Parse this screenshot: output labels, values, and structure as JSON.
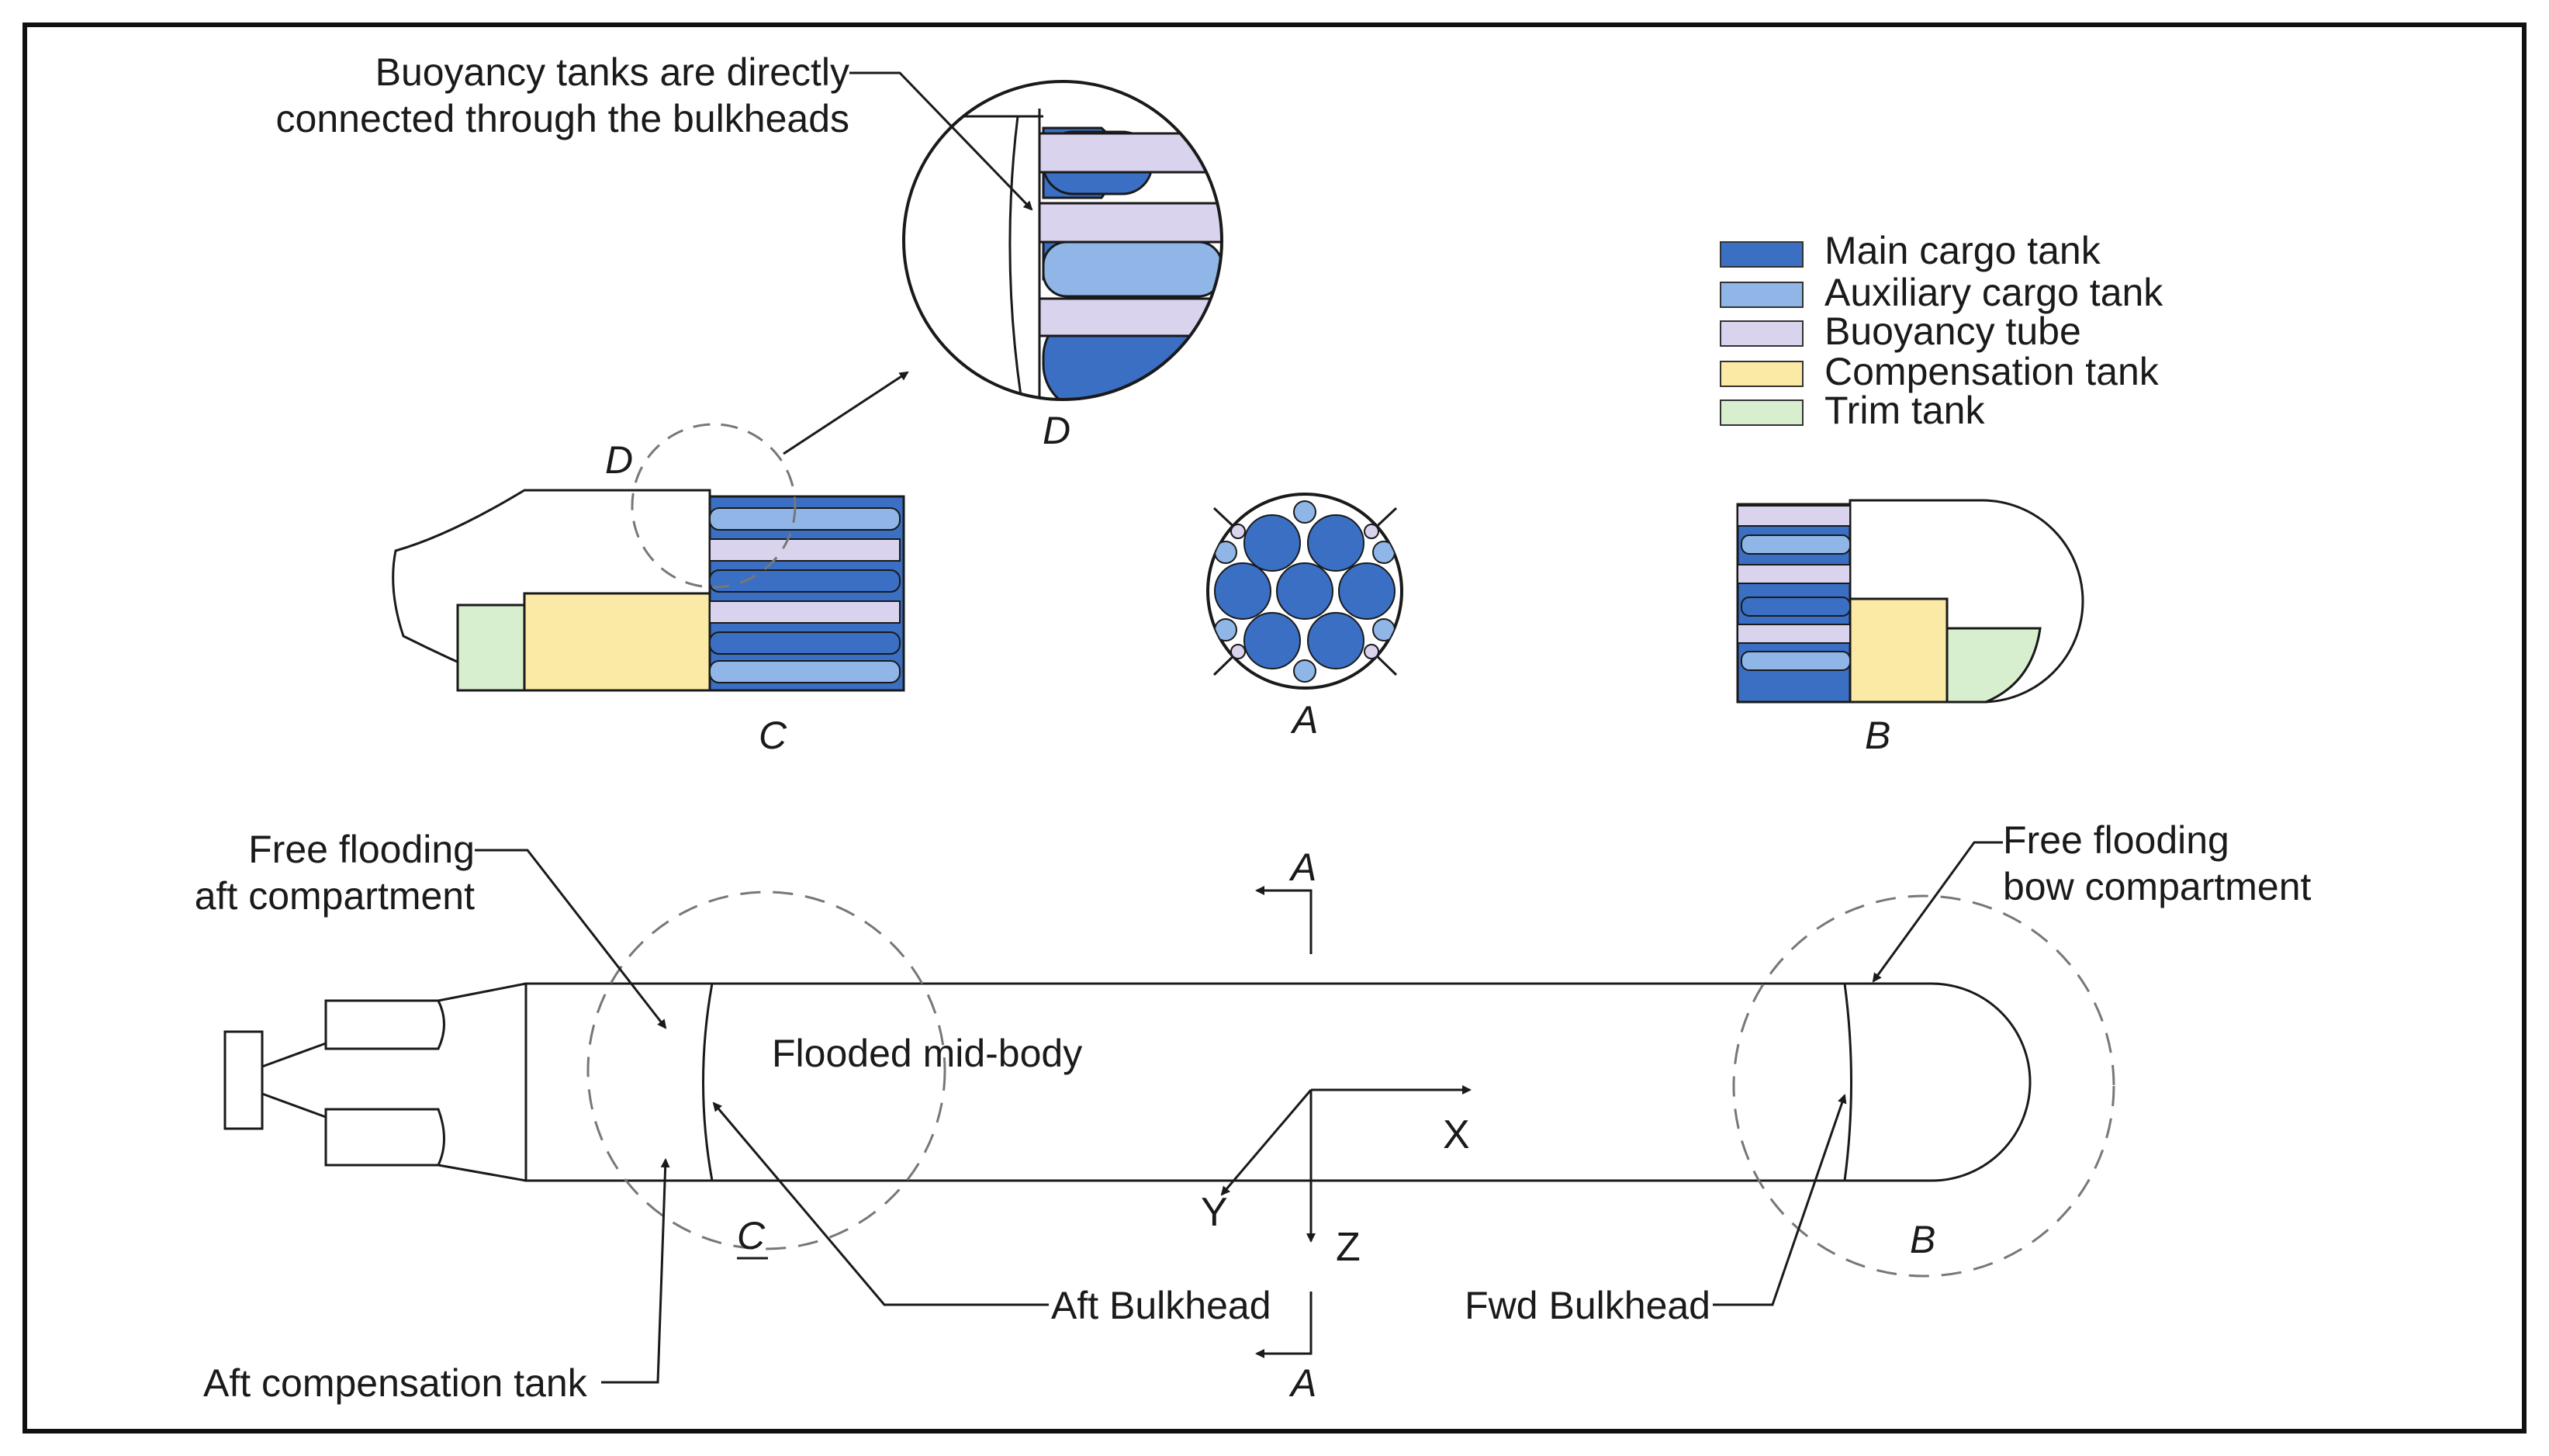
{
  "colors": {
    "main_cargo": "#3a6fc4",
    "aux_cargo": "#8fb6e6",
    "buoyancy": "#d9d3ee",
    "compensation": "#fbe9a6",
    "trim": "#d7efcf",
    "line": "#1a1a1a",
    "dash": "#777777"
  },
  "legend": [
    {
      "label": "Main cargo tank",
      "color_key": "main_cargo"
    },
    {
      "label": "Auxiliary cargo tank",
      "color_key": "aux_cargo"
    },
    {
      "label": "Buoyancy tube",
      "color_key": "buoyancy"
    },
    {
      "label": "Compensation tank",
      "color_key": "compensation"
    },
    {
      "label": "Trim tank",
      "color_key": "trim"
    }
  ],
  "callouts": {
    "buoyancy_line1": "Buoyancy tanks are directly",
    "buoyancy_line2": "connected through the bulkheads",
    "aft_flood_line1": "Free flooding",
    "aft_flood_line2": "aft compartment",
    "bow_flood_line1": "Free flooding",
    "bow_flood_line2": "bow compartment",
    "flooded_mid": "Flooded mid-body",
    "aft_bulkhead": "Aft Bulkhead",
    "fwd_bulkhead": "Fwd Bulkhead",
    "aft_comp_tank": "Aft compensation tank"
  },
  "view_labels": {
    "d_detail": "D",
    "d_circle": "D",
    "c": "C",
    "a": "A",
    "b": "B",
    "c_main": "C",
    "b_main": "B",
    "section_top": "A",
    "section_bottom": "A"
  },
  "axes": {
    "x": "X",
    "y": "Y",
    "z": "Z"
  }
}
